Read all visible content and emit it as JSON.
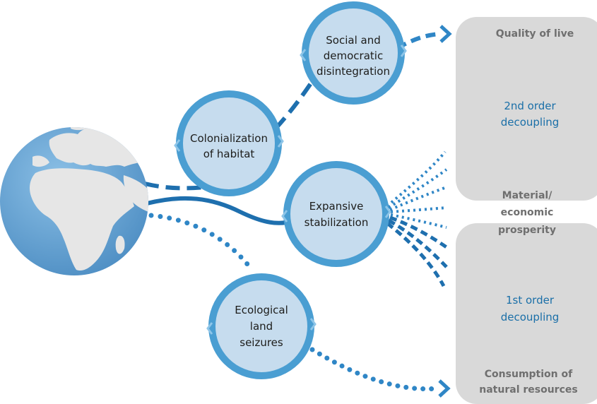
{
  "colors": {
    "ring": "#4a9ed2",
    "ring_arrow": "#8ec5e8",
    "node_fill": "#c6dcee",
    "flow_dark": "#1e6fae",
    "flow_mid": "#2f86c6",
    "panel": "#d9d9d9",
    "panel_text": "#6f6f6f",
    "accent_text": "#1a6fa8",
    "globe_ocean": "#6ea7d4",
    "globe_land": "#e6e6e6"
  },
  "globe": {
    "icon": "globe-icon"
  },
  "nodes": {
    "social": {
      "lines": [
        "Social and",
        "democratic",
        "disintegration"
      ]
    },
    "colonialization": {
      "lines": [
        "Colonialization",
        "of habitat"
      ]
    },
    "expansive": {
      "lines": [
        "Expansive",
        "stabilization"
      ]
    },
    "ecological": {
      "lines": [
        "Ecological",
        "land",
        "seizures"
      ]
    }
  },
  "panels": {
    "top": {
      "heading": "Quality of live",
      "decoupling": [
        "2nd order",
        "decoupling"
      ]
    },
    "middle": {
      "heading": [
        "Material/",
        "economic",
        "prosperity"
      ]
    },
    "bottom": {
      "decoupling": [
        "1st order",
        "decoupling"
      ],
      "heading": [
        "Consumption of",
        "natural resources"
      ]
    }
  }
}
